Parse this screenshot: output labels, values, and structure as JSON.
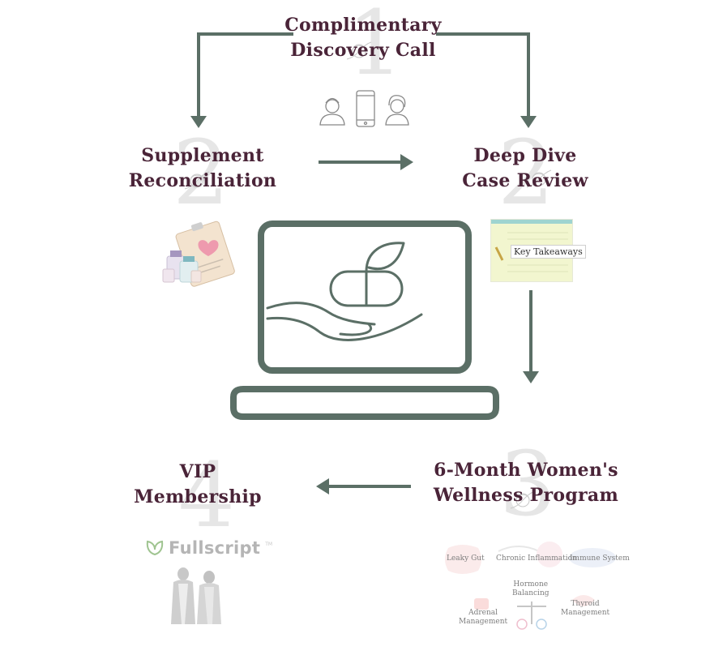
{
  "colors": {
    "arrow": "#5b6f66",
    "title": "#4a2438",
    "ghost_number": "#e6e6e6",
    "accent_heart": "#ee9aae"
  },
  "steps": {
    "discovery": {
      "number": "1",
      "line1": "Complimentary",
      "line2": "Discovery Call"
    },
    "supplement": {
      "number": "2",
      "line1": "Supplement",
      "line2": "Reconciliation"
    },
    "deepdive": {
      "number": "2",
      "line1": "Deep Dive",
      "line2": "Case Review"
    },
    "program": {
      "number": "3",
      "line1": "6-Month Women's",
      "line2": "Wellness Program"
    },
    "vip": {
      "number": "4",
      "line1": "VIP",
      "line2": "Membership"
    }
  },
  "deepdive_card": {
    "label": "Key Takeaways"
  },
  "fullscript": {
    "name": "Fullscript",
    "tm": "TM"
  },
  "conditions": {
    "leaky_gut": "Leaky Gut",
    "inflammation": "Chronic Inflammation",
    "immune": "Immune System",
    "hormone_1": "Hormone",
    "hormone_2": "Balancing",
    "adrenal_1": "Adrenal",
    "adrenal_2": "Management",
    "thyroid_1": "Thyroid",
    "thyroid_2": "Management"
  },
  "icons": [
    "person-icon",
    "phone-icon",
    "person-icon",
    "supplements-clipboard-icon",
    "laptop-icon",
    "pill-hand-icon",
    "leaf-icon",
    "fullscript-leaf-icon",
    "women-photo"
  ]
}
